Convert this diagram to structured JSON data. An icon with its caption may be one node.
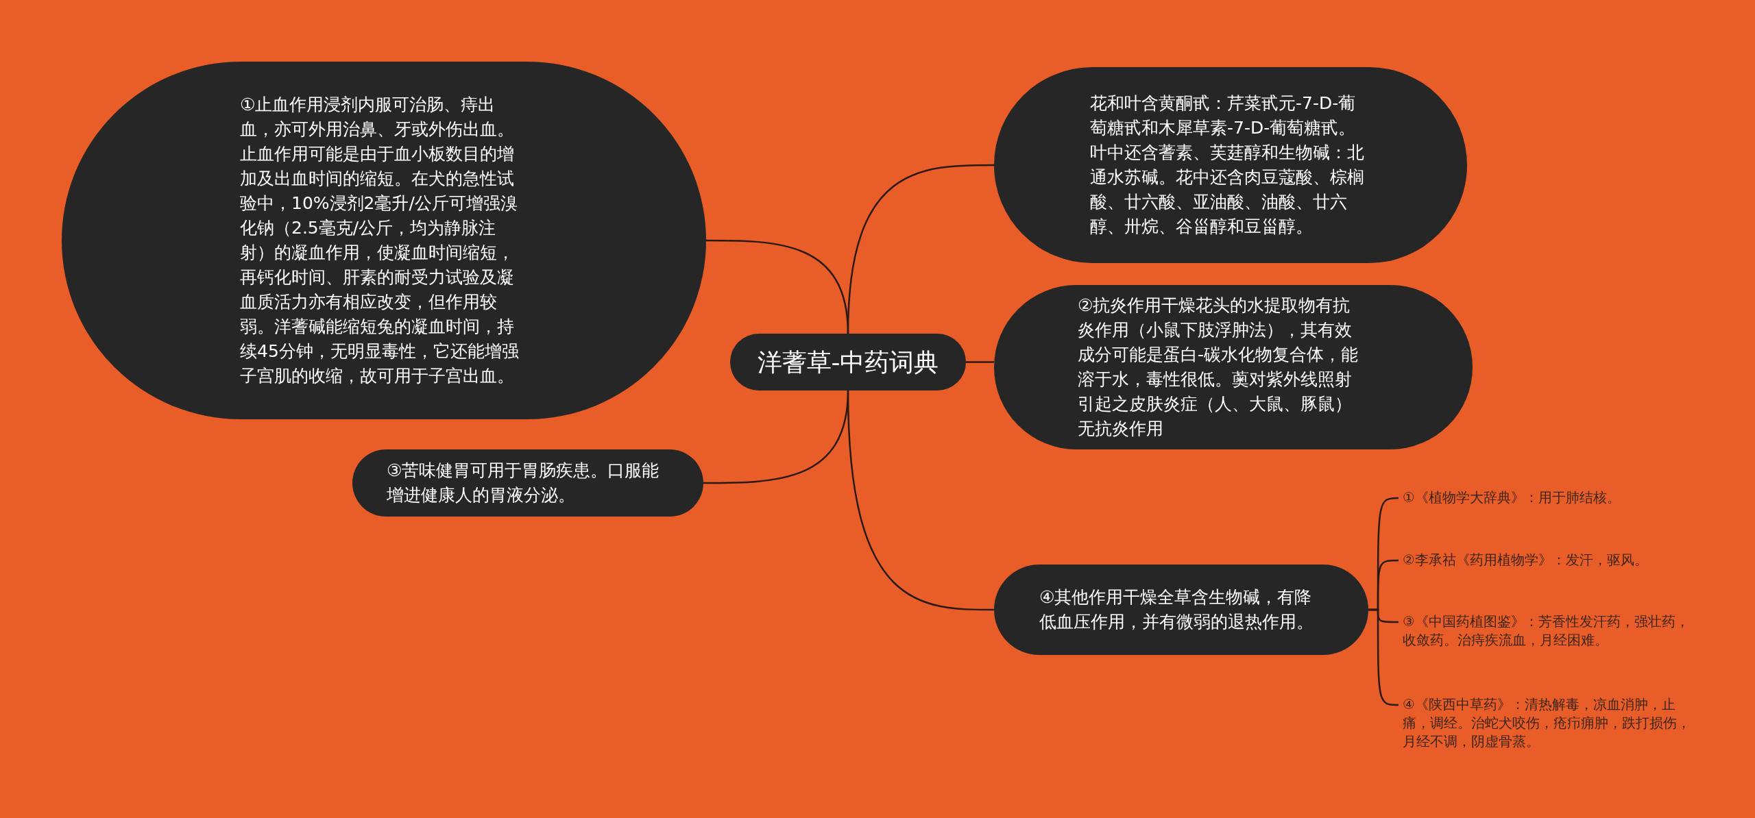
{
  "diagram": {
    "nodes": [
      {
        "text": [
          "洋蓍草-中药词典"
        ]
      },
      {
        "text": [
          "①止血作用浸剂内服可治肠、痔出血，亦可外用治鼻、牙或外伤出血。止血作用可能是由于血小板数目的增加及出血时间的缩短。在犬的急性试验中，10%浸剂2毫升/公斤可增强溴化钠（2.5毫克/公斤，均为静脉注射）的凝血作用，使凝血时间缩短，再钙化时间、肝素的耐受力试验及凝血质活力亦有相应改变，但作用较弱。洋蓍碱能缩短兔的凝血时间，持续45分钟，无明显毒性，它还能增强子宫肌的收缩，故可用于子宫出血。"
        ]
      },
      {
        "text": [
          "花和叶含黄酮甙：芹菜甙元-7-D-葡萄糖甙和木犀草素-7-D-葡萄糖甙。叶中还含蓍素、芙莛醇和生物碱：北通水苏碱。花中还含肉豆蔻酸、棕榈酸、廿六酸、亚油酸、油酸、廿六醇、卅烷、谷甾醇和豆甾醇。"
        ]
      },
      {
        "text": [
          "②抗炎作用干燥花头的水提取物有抗炎作用（小鼠下肢浮肿法），其有效成分可能是蛋白-碳水化物复合体，能溶于水，毒性很低。薁对紫外线照射引起之皮肤炎症（人、大鼠、豚鼠）无抗炎作用"
        ]
      },
      {
        "text": [
          "③苦味健胃可用于胃肠疾患。口服能增进健康人的胃液分泌。"
        ]
      },
      {
        "text": [
          "④其他作用干燥全草含生物碱，有降低血压作用，并有微弱的退热作用。"
        ]
      },
      {
        "text": [
          "①《植物学大辞典》：用于肺结核。"
        ]
      },
      {
        "text": [
          "②李承祜《药用植物学》：发汗，驱风。"
        ]
      },
      {
        "text": [
          "③《中国药植图鉴》：芳香性发汗药，强壮药，收敛药。治痔疾流血，月经困难。"
        ]
      },
      {
        "text": [
          "④《陕西中草药》：清热解毒，凉血消肿，止痛，调经。治蛇犬咬伤，疮疖痈肿，跌打损伤，月经不调，阴虚骨蒸。"
        ]
      }
    ],
    "edges": [
      {
        "from": 0,
        "to": 1,
        "arrow": "none"
      },
      {
        "from": 0,
        "to": 2,
        "arrow": "none"
      },
      {
        "from": 0,
        "to": 3,
        "arrow": "none"
      },
      {
        "from": 0,
        "to": 4,
        "arrow": "none"
      },
      {
        "from": 0,
        "to": 5,
        "arrow": "none"
      },
      {
        "from": 5,
        "to": 6,
        "arrow": "none"
      },
      {
        "from": 5,
        "to": 7,
        "arrow": "none"
      },
      {
        "from": 5,
        "to": 8,
        "arrow": "none"
      },
      {
        "from": 5,
        "to": 9,
        "arrow": "none"
      }
    ]
  }
}
